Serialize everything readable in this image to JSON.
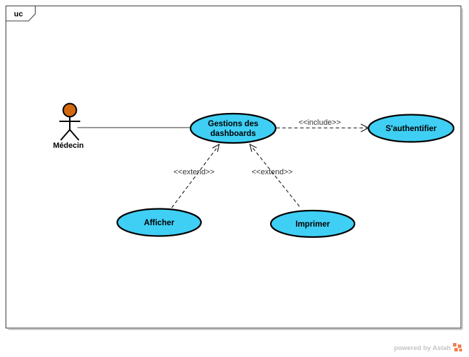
{
  "diagram": {
    "frame_label": "uc",
    "actor": {
      "name": "Médecin"
    },
    "use_cases": [
      {
        "id": "gestions-des-dashboards",
        "name": "Gestions des dashboards",
        "lines": [
          "Gestions des",
          "dashboards"
        ]
      },
      {
        "id": "s-authentifier",
        "name": "S'authentifier"
      },
      {
        "id": "afficher",
        "name": "Afficher"
      },
      {
        "id": "imprimer",
        "name": "Imprimer"
      }
    ],
    "relations": [
      {
        "type": "include",
        "label": "<<include>>",
        "from": "Gestions des dashboards",
        "to": "S'authentifier"
      },
      {
        "type": "extend",
        "label": "<<extend>>",
        "from": "Afficher",
        "to": "Gestions des dashboards"
      },
      {
        "type": "extend",
        "label": "<<extend>>",
        "from": "Imprimer",
        "to": "Gestions des dashboards"
      }
    ],
    "colors": {
      "usecase_fill": "#3FCFF4",
      "actor_head": "#D2690F",
      "outline": "#000000",
      "stereotype_text": "#333333",
      "watermark_text": "#C4C4C4",
      "watermark_icon": "#F08050"
    }
  },
  "footer": {
    "watermark": "powered by Astah"
  }
}
